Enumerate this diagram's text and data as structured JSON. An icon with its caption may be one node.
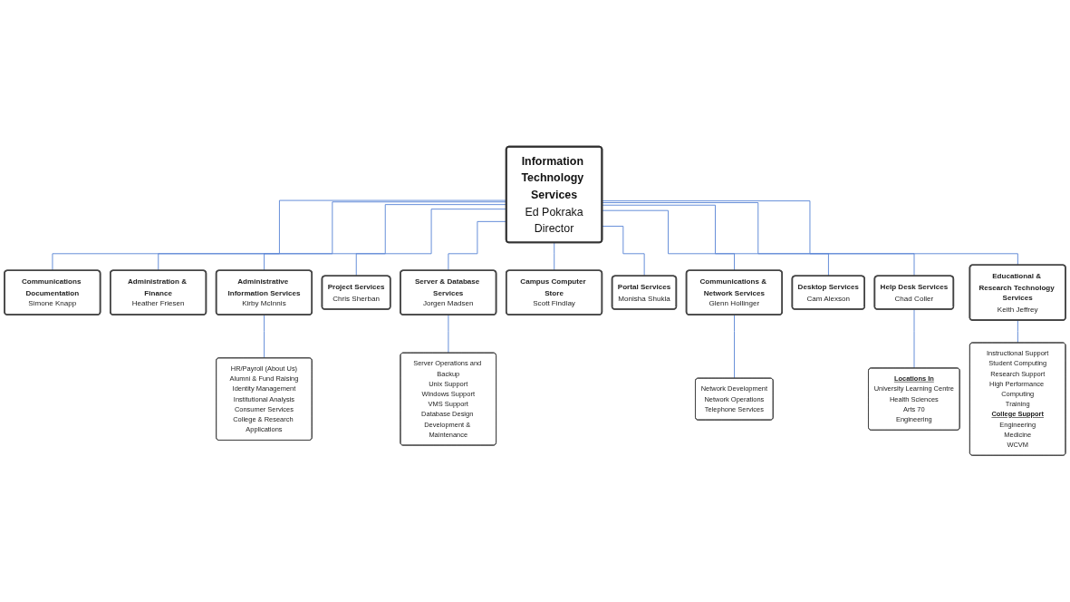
{
  "diagram": {
    "nodes": [
      {
        "text": [
          "Information Technology Services",
          "Ed Pokraka",
          "Director"
        ]
      },
      {
        "text": [
          "Communications Documentation",
          "Simone Knapp"
        ]
      },
      {
        "text": [
          "Administration & Finance",
          "Heather Friesen"
        ]
      },
      {
        "text": [
          "Administrative Information Services",
          "Kirby McInnis"
        ]
      },
      {
        "text": [
          "Project Services",
          "Chris Sherban"
        ]
      },
      {
        "text": [
          "Server & Database Services",
          "Jorgen Madsen"
        ]
      },
      {
        "text": [
          "Campus Computer Store",
          "Scott Findlay"
        ]
      },
      {
        "text": [
          "Portal Services",
          "Monisha Shukla"
        ]
      },
      {
        "text": [
          "Communications & Network Services",
          "Glenn Hollinger"
        ]
      },
      {
        "text": [
          "Desktop Services",
          "Cam Alexson"
        ]
      },
      {
        "text": [
          "Help Desk Services",
          "Chad Coller"
        ]
      },
      {
        "text": [
          "Educational & Research Technology Services",
          "Keith Jeffrey"
        ]
      },
      {
        "text": [
          "HR/Payroll (About Us)",
          "Alumni & Fund Raising",
          "Identity Management",
          "Institutional Analysis",
          "Consumer Services",
          "College & Research Applications"
        ]
      },
      {
        "text": [
          "Server Operations and Backup",
          "Unix Support",
          "Windows Support",
          "VMS Support",
          "Database Design Development & Maintenance"
        ]
      },
      {
        "text": [
          "Network Development",
          "Network Operations",
          "Telephone Services"
        ]
      },
      {
        "text": [
          "Locations In",
          "University Learning Centre",
          "Health Sciences",
          "Arts 70",
          "Engineering"
        ]
      },
      {
        "text": [
          "Instructional Support",
          "Student Computing",
          "Research Support",
          "High Performance Computing",
          "Training",
          "College Support",
          "Engineering",
          "Medicine",
          "WCVM"
        ]
      }
    ],
    "edges": [
      {
        "from": 0,
        "to": 1,
        "arrow": "none"
      },
      {
        "from": 0,
        "to": 2,
        "arrow": "none"
      },
      {
        "from": 0,
        "to": 3,
        "arrow": "none"
      },
      {
        "from": 0,
        "to": 4,
        "arrow": "none"
      },
      {
        "from": 0,
        "to": 5,
        "arrow": "none"
      },
      {
        "from": 0,
        "to": 6,
        "arrow": "none"
      },
      {
        "from": 0,
        "to": 7,
        "arrow": "none"
      },
      {
        "from": 0,
        "to": 8,
        "arrow": "none"
      },
      {
        "from": 0,
        "to": 9,
        "arrow": "none"
      },
      {
        "from": 0,
        "to": 10,
        "arrow": "none"
      },
      {
        "from": 0,
        "to": 11,
        "arrow": "none"
      },
      {
        "from": 3,
        "to": 12,
        "arrow": "none"
      },
      {
        "from": 5,
        "to": 13,
        "arrow": "none"
      },
      {
        "from": 8,
        "to": 14,
        "arrow": "none"
      },
      {
        "from": 10,
        "to": 15,
        "arrow": "none"
      },
      {
        "from": 11,
        "to": 16,
        "arrow": "none"
      }
    ]
  }
}
